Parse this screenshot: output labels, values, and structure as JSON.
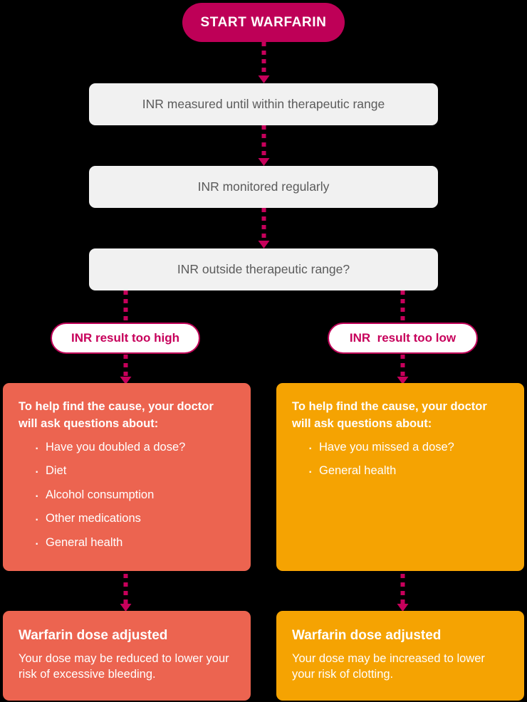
{
  "diagram": {
    "title_node": {
      "label": "START WARFARIN"
    },
    "steps": [
      {
        "label": "INR measured until within therapeutic range"
      },
      {
        "label": "INR monitored regularly"
      },
      {
        "label": "INR outside therapeutic range?"
      }
    ],
    "branches": {
      "left": {
        "pill_label": "INR result too high",
        "intro": "To help find the cause, your doctor will ask questions about:",
        "bullets": [
          "Have you doubled a dose?",
          "Diet",
          "Alcohol consumption",
          "Other medications",
          "General health"
        ],
        "result_title": "Warfarin dose adjusted",
        "result_body": "Your dose may be reduced to lower your risk of excessive bleeding."
      },
      "right": {
        "pill_label": "INR  result too low",
        "intro": "To help find the cause, your doctor will ask questions about:",
        "bullets": [
          "Have you missed a dose?",
          "General health"
        ],
        "result_title": "Warfarin dose adjusted",
        "result_body": "Your dose may be increased to lower your risk of clotting."
      }
    },
    "colors": {
      "magenta": "#BE0057",
      "magenta_line": "#C7005B",
      "grey_box": "#F1F1F1",
      "grey_text": "#5B5B5B",
      "salmon": "#EC6450",
      "amber": "#F5A302",
      "white": "#FFFFFF",
      "background": "#000000"
    }
  }
}
